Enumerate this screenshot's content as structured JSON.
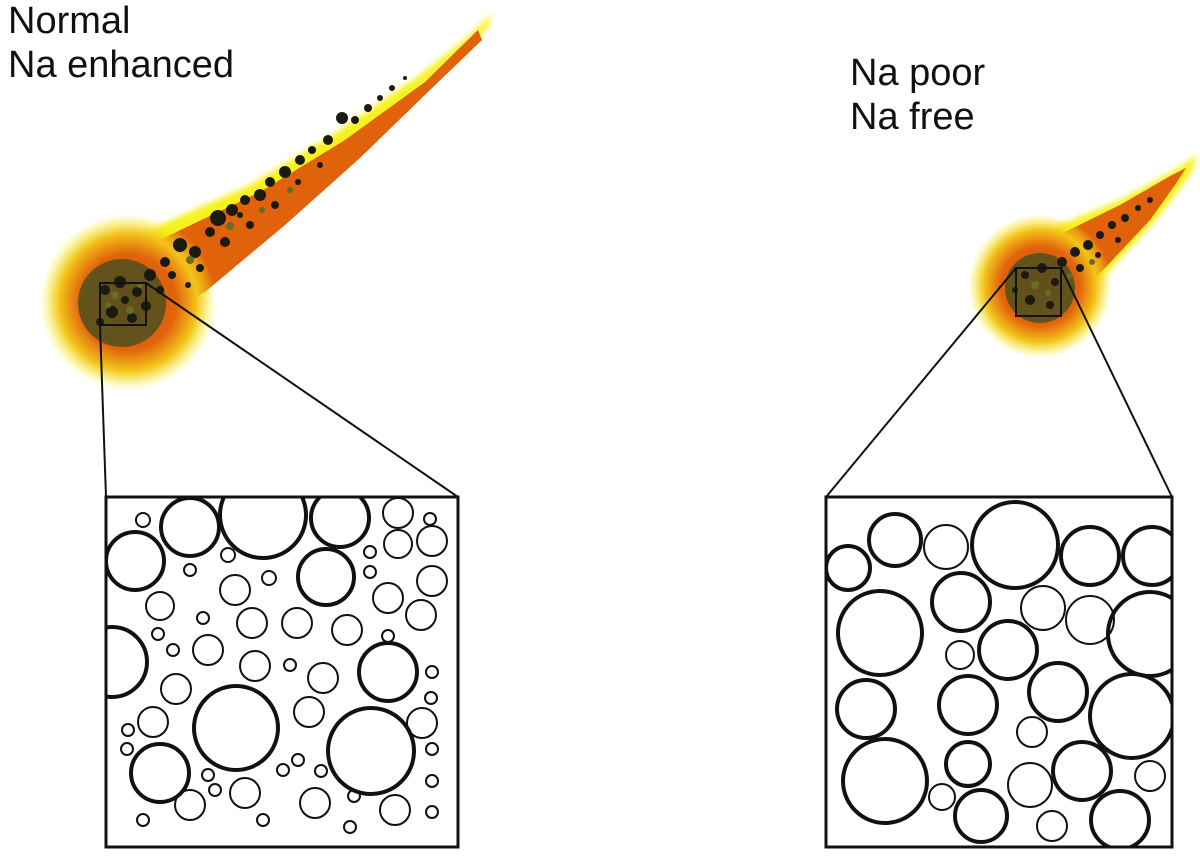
{
  "labels": {
    "left_line1": "Normal",
    "left_line2": "Na enhanced",
    "right_line1": "Na poor",
    "right_line2": "Na free"
  },
  "colors": {
    "glow_outer": "#f7f21a",
    "glow_inner": "#e2650c",
    "core": "#d9560a",
    "debris_dark": "#1a1a10",
    "debris_olive": "#4f5020",
    "line": "#111111",
    "background": "#ffffff"
  },
  "panels": {
    "left": {
      "description_key": "many small and large vesicles, higher packing variety"
    },
    "right": {
      "description_key": "fewer, more uniform vesicles"
    }
  }
}
